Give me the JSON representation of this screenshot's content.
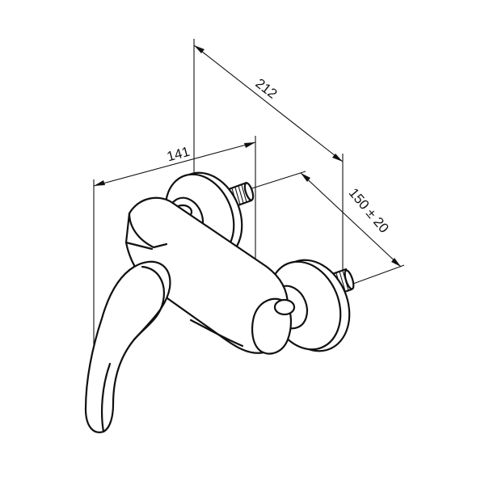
{
  "dimensions": {
    "overall_depth": "212",
    "body_width": "141",
    "inlet_spacing": "150 ± 20"
  }
}
